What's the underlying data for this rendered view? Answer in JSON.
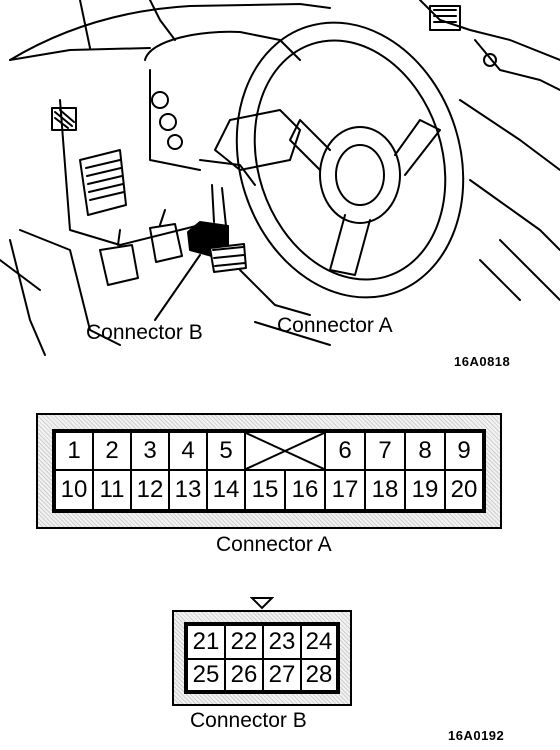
{
  "illustration": {
    "connector_b_callout": "Connector B",
    "connector_a_callout": "Connector A",
    "figure_code": "16A0818"
  },
  "connector_a": {
    "label": "Connector A",
    "top_row_pins": [
      "1",
      "2",
      "3",
      "4",
      "5",
      "6",
      "7",
      "8",
      "9"
    ],
    "bottom_row_pins": [
      "10",
      "11",
      "12",
      "13",
      "14",
      "15",
      "16",
      "17",
      "18",
      "19",
      "20"
    ]
  },
  "connector_b": {
    "label": "Connector B",
    "top_row_pins": [
      "21",
      "22",
      "23",
      "24"
    ],
    "bottom_row_pins": [
      "25",
      "26",
      "27",
      "28"
    ]
  },
  "footer_figure_code": "16A0192"
}
